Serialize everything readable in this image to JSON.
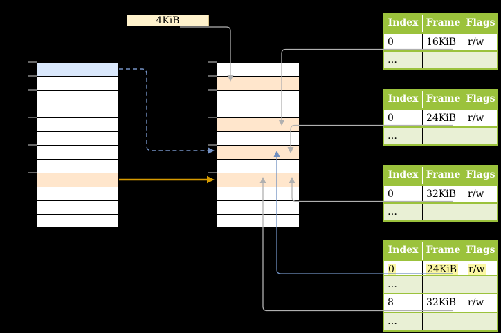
{
  "colors": {
    "green": "#9BC23C",
    "rowgreen": "#E9F0D5",
    "cellblue": "#DAE8FC",
    "cellorange": "#FFE6CC",
    "cream": "#FFF2CC",
    "creamborder": "#D9C48C",
    "hl": "#FBF7A3",
    "gray": "#B0B0B0",
    "blue": "#6F8FC0",
    "dashblue": "#7593C6",
    "orange": "#D79B00",
    "tick": "#7F7F7F"
  },
  "page_size_label": "4KiB",
  "virtual_memory_column": {
    "rows": [
      "blue",
      "white",
      "white",
      "white",
      "white",
      "white",
      "white",
      "white",
      "orange",
      "white",
      "white",
      "white"
    ],
    "tick_rows": [
      0,
      1,
      2,
      4,
      6,
      8
    ]
  },
  "physical_memory_column": {
    "rows": [
      "white",
      "orange",
      "white",
      "white",
      "orange",
      "white",
      "orange",
      "white",
      "orange",
      "white",
      "white",
      "white"
    ],
    "tick_rows": [
      0,
      1,
      2,
      4,
      6,
      8
    ]
  },
  "page_tables": [
    {
      "headers": [
        "Index",
        "Frame",
        "Flags"
      ],
      "rows": [
        {
          "cells": [
            "0",
            "16KiB",
            "r/w"
          ],
          "shaded": false,
          "highlighted": false
        },
        {
          "cells": [
            "…",
            "",
            ""
          ],
          "shaded": true,
          "highlighted": false
        }
      ]
    },
    {
      "headers": [
        "Index",
        "Frame",
        "Flags"
      ],
      "rows": [
        {
          "cells": [
            "0",
            "24KiB",
            "r/w"
          ],
          "shaded": false,
          "highlighted": false
        },
        {
          "cells": [
            "…",
            "",
            ""
          ],
          "shaded": true,
          "highlighted": false
        }
      ]
    },
    {
      "headers": [
        "Index",
        "Frame",
        "Flags"
      ],
      "rows": [
        {
          "cells": [
            "0",
            "32KiB",
            "r/w"
          ],
          "shaded": false,
          "highlighted": false
        },
        {
          "cells": [
            "…",
            "",
            ""
          ],
          "shaded": true,
          "highlighted": false
        }
      ]
    },
    {
      "headers": [
        "Index",
        "Frame",
        "Flags"
      ],
      "rows": [
        {
          "cells": [
            "0",
            "24KiB",
            "r/w"
          ],
          "shaded": false,
          "highlighted": true
        },
        {
          "cells": [
            "…",
            "",
            ""
          ],
          "shaded": true,
          "highlighted": false
        },
        {
          "cells": [
            "8",
            "32KiB",
            "r/w"
          ],
          "shaded": false,
          "highlighted": false
        },
        {
          "cells": [
            "…",
            "",
            ""
          ],
          "shaded": true,
          "highlighted": false
        }
      ]
    }
  ]
}
